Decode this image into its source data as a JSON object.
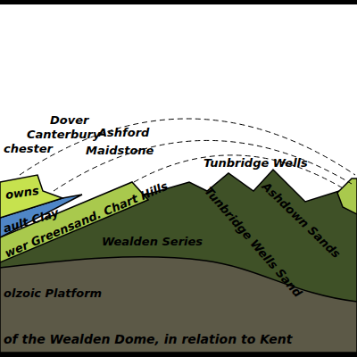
{
  "diagram": {
    "caption": "of the Wealden Dome, in relation to Kent",
    "labels": [
      "Dover",
      "Canterbury",
      "chester",
      "Ashford",
      "Maidstone",
      "Tunbridge Wells",
      "owns",
      "ault Clay",
      "wer Greensand. Chart Hills",
      "Tunbridge Wells Sand",
      "Ashdown Sands",
      "Wealden Series",
      "olzoic Platform"
    ]
  }
}
